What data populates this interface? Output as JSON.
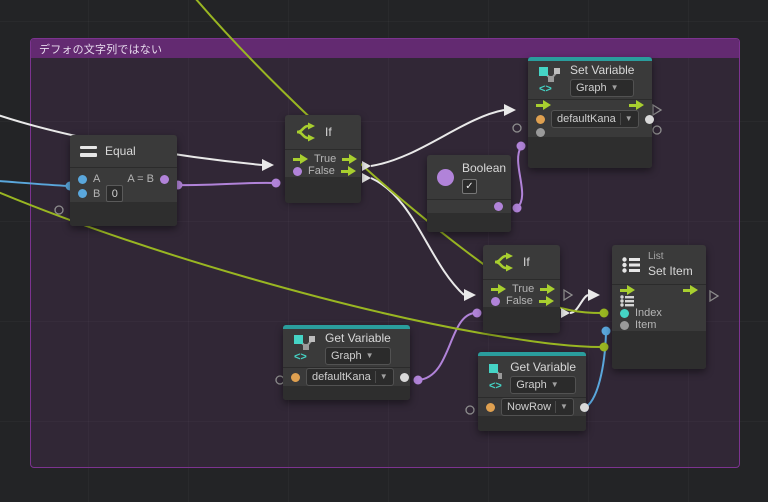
{
  "group": {
    "title": "デフォの文字列ではない"
  },
  "icons": {
    "dropdown_arrow": "▼",
    "checkmark": "✓"
  },
  "nodes": {
    "equal": {
      "title": "Equal",
      "input_a": "A",
      "input_b": "B",
      "input_b_value": "0",
      "output_label": "A = B"
    },
    "if_top": {
      "title": "If",
      "true_label": "True",
      "false_label": "False"
    },
    "boolean": {
      "title": "Boolean"
    },
    "set_variable": {
      "title": "Set Variable",
      "kind_label": "Graph",
      "variable_name": "defaultKana"
    },
    "if_bottom": {
      "title": "If",
      "true_label": "True",
      "false_label": "False"
    },
    "list_set_item": {
      "category_label": "List",
      "title": "Set Item",
      "index_label": "Index",
      "item_label": "Item"
    },
    "get_variable_default": {
      "title": "Get Variable",
      "kind_label": "Graph",
      "variable_name": "defaultKana"
    },
    "get_variable_nowrow": {
      "title": "Get Variable",
      "kind_label": "Graph",
      "variable_name": "NowRow"
    }
  },
  "colors": {
    "flow_green": "#a8cf2f",
    "wire_green": "#99b622",
    "purple": "#b183d9",
    "blue": "#5aa7dc",
    "orange": "#dfa050",
    "cyan": "#45d4c5",
    "teal_bar": "#2a9d9d",
    "white_wire": "#e9e9e9",
    "group_header": "#632a71",
    "group_border": "#7c3390",
    "node_bg": "#3a3a3a"
  }
}
